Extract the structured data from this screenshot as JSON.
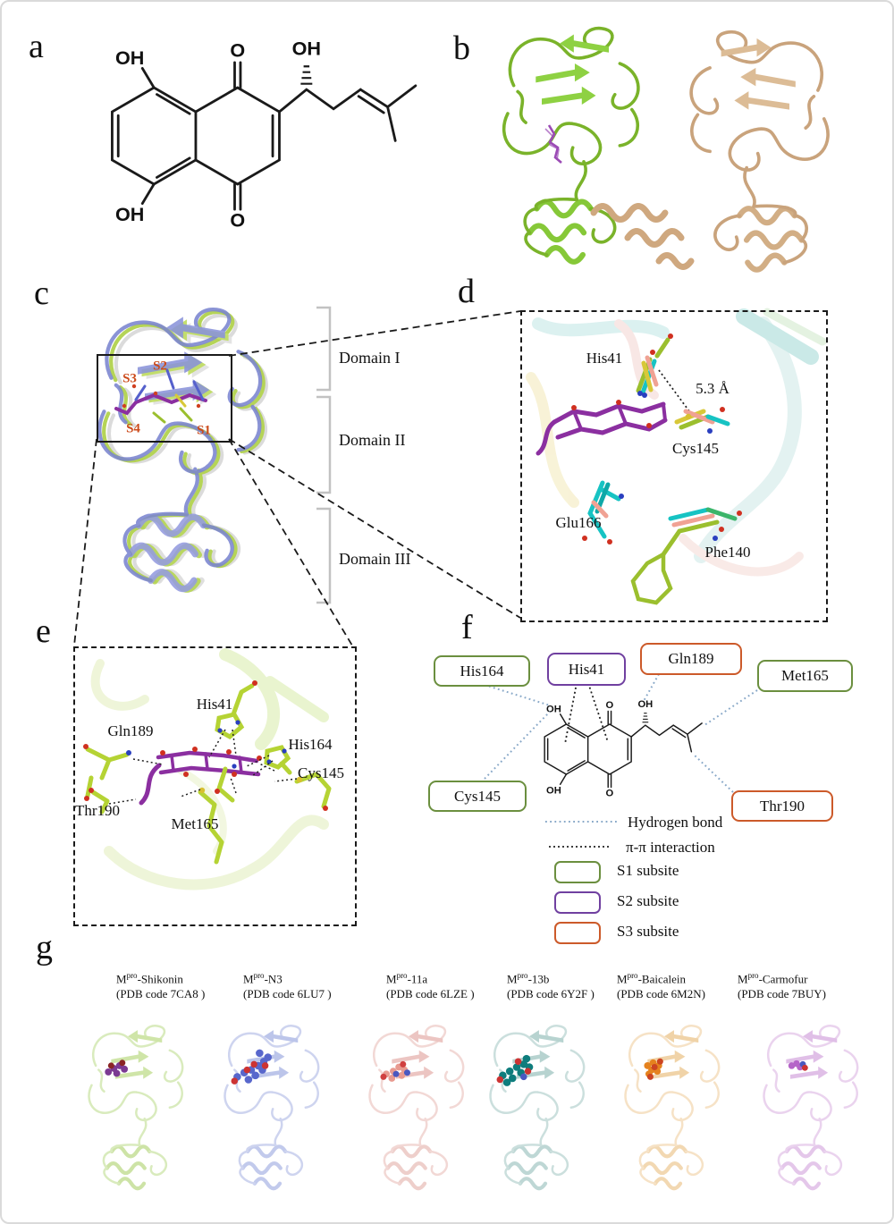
{
  "figure": {
    "letters": {
      "a": "a",
      "b": "b",
      "c": "c",
      "d": "d",
      "e": "e",
      "f": "f",
      "g": "g"
    }
  },
  "panel_a": {
    "molecule": {
      "oh_top": "OH",
      "o_top": "O",
      "oh_side": "OH",
      "oh_bottom": "OH",
      "o_bottom": "O"
    }
  },
  "panel_c": {
    "subsites": {
      "s2": "S2",
      "s3": "S3",
      "s4": "S4",
      "s1": "S1"
    },
    "domains": [
      "Domain I",
      "Domain II",
      "Domain III"
    ]
  },
  "panel_d": {
    "residues": {
      "his41": "His41",
      "cys145": "Cys145",
      "glu166": "Glu166",
      "phe140": "Phe140"
    },
    "distance": "5.3 Å"
  },
  "panel_e": {
    "residues": {
      "gln189": "Gln189",
      "his41": "His41",
      "his164": "His164",
      "cys145": "Cys145",
      "thr190": "Thr190",
      "met165": "Met165"
    }
  },
  "panel_f": {
    "boxes": [
      {
        "label": "His164",
        "subsite": "S1"
      },
      {
        "label": "His41",
        "subsite": "S2"
      },
      {
        "label": "Gln189",
        "subsite": "S3"
      },
      {
        "label": "Met165",
        "subsite": "S1"
      },
      {
        "label": "Cys145",
        "subsite": "S1"
      },
      {
        "label": "Thr190",
        "subsite": "S3"
      }
    ],
    "legend": {
      "hydrogen_bond": "Hydrogen bond",
      "pi_pi": "π-π interaction",
      "s1": "S1 subsite",
      "s2": "S2 subsite",
      "s3": "S3 subsite"
    }
  },
  "panel_g": {
    "entries": [
      {
        "base": "M",
        "sup": "pro",
        "ligand": "-Shikonin",
        "pdb": "(PDB code 7CA8 )"
      },
      {
        "base": "M",
        "sup": "pro",
        "ligand": "-N3",
        "pdb": "(PDB code 6LU7 )"
      },
      {
        "base": "M",
        "sup": "pro",
        "ligand": "-11a",
        "pdb": "(PDB code 6LZE )"
      },
      {
        "base": "M",
        "sup": "pro",
        "ligand": "-13b",
        "pdb": "(PDB code 6Y2F )"
      },
      {
        "base": "M",
        "sup": "pro",
        "ligand": "-Baicalein",
        "pdb": "(PDB code 6M2N)"
      },
      {
        "base": "M",
        "sup": "pro",
        "ligand": "-Carmofur",
        "pdb": "(PDB code 7BUY)"
      }
    ]
  },
  "colors": {
    "mpro-green": "#8cc63f",
    "mpro-wheat": "#d2ae85",
    "overlay-blue": "#7b85d0",
    "overlay-green": "#b2d24f",
    "ligand-purple": "#8b2fa0",
    "subsite-orange": "#cc4a1a",
    "s1-green": "#6b8f3f",
    "s2-purple": "#7040a0",
    "s3-orange": "#cc5a2a",
    "hbond-blue": "#88a8c8",
    "residue-green": "#b5d334",
    "cyan": "#17c3c3"
  }
}
